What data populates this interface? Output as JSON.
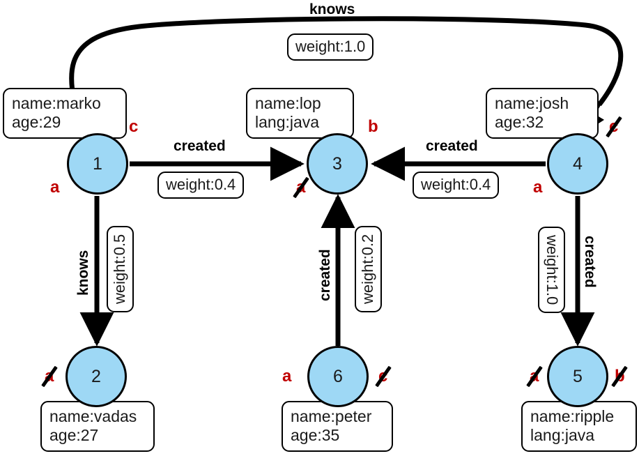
{
  "diagram": {
    "title": "tinkerpop-modern-graph",
    "node_fill": "#9ed8f5",
    "node_stroke": "#000000",
    "annotation_color": "#c00000",
    "vertices": [
      {
        "id": "1",
        "label": "1",
        "props": [
          "name:marko",
          "age:29"
        ],
        "annotations": [
          {
            "letter": "c",
            "struck": false
          },
          {
            "letter": "a",
            "struck": false
          }
        ]
      },
      {
        "id": "2",
        "label": "2",
        "props": [
          "name:vadas",
          "age:27"
        ],
        "annotations": [
          {
            "letter": "a",
            "struck": true
          }
        ]
      },
      {
        "id": "3",
        "label": "3",
        "props": [
          "name:lop",
          "lang:java"
        ],
        "annotations": [
          {
            "letter": "b",
            "struck": false
          },
          {
            "letter": "a",
            "struck": true
          }
        ]
      },
      {
        "id": "4",
        "label": "4",
        "props": [
          "name:josh",
          "age:32"
        ],
        "annotations": [
          {
            "letter": "c",
            "struck": true
          },
          {
            "letter": "a",
            "struck": false
          }
        ]
      },
      {
        "id": "5",
        "label": "5",
        "props": [
          "name:ripple",
          "lang:java"
        ],
        "annotations": [
          {
            "letter": "a",
            "struck": true
          },
          {
            "letter": "b",
            "struck": true
          }
        ]
      },
      {
        "id": "6",
        "label": "6",
        "props": [
          "name:peter",
          "age:35"
        ],
        "annotations": [
          {
            "letter": "a",
            "struck": false
          },
          {
            "letter": "c",
            "struck": true
          }
        ]
      }
    ],
    "edges": [
      {
        "from": "1",
        "to": "4",
        "label": "knows",
        "weight": "weight:1.0",
        "orientation": "curved-top"
      },
      {
        "from": "1",
        "to": "3",
        "label": "created",
        "weight": "weight:0.4",
        "orientation": "horizontal-right"
      },
      {
        "from": "4",
        "to": "3",
        "label": "created",
        "weight": "weight:0.4",
        "orientation": "horizontal-left"
      },
      {
        "from": "1",
        "to": "2",
        "label": "knows",
        "weight": "weight:0.5",
        "orientation": "vertical-down"
      },
      {
        "from": "6",
        "to": "3",
        "label": "created",
        "weight": "weight:0.2",
        "orientation": "vertical-up"
      },
      {
        "from": "4",
        "to": "5",
        "label": "created",
        "weight": "weight:1.0",
        "orientation": "vertical-down"
      }
    ]
  }
}
